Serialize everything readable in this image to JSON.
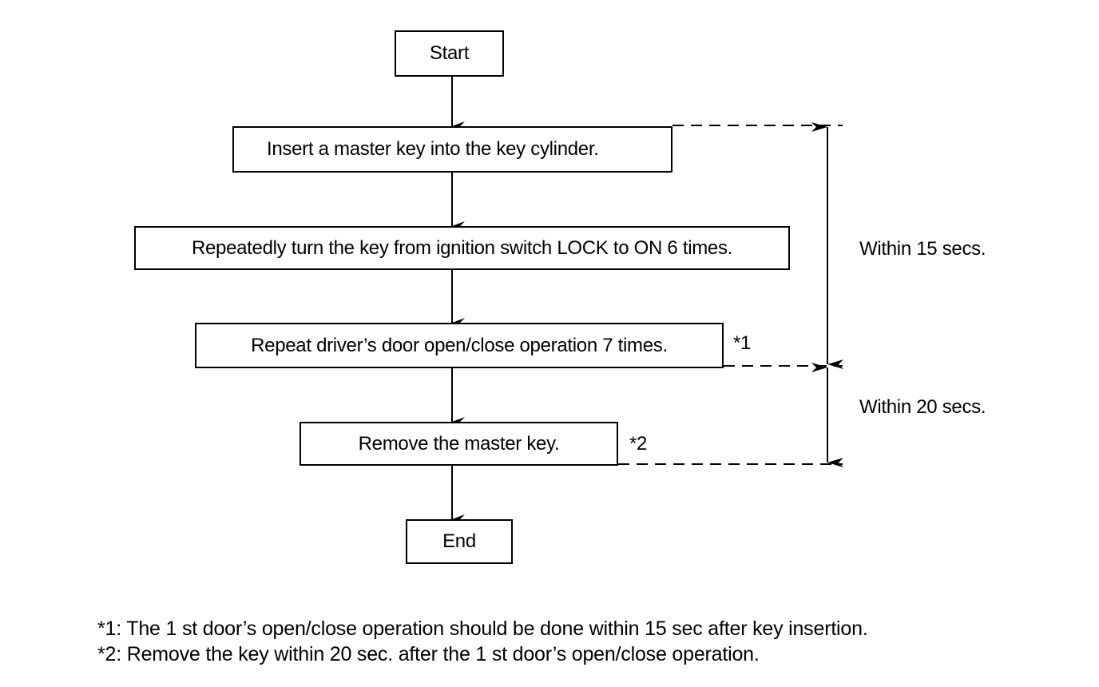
{
  "flowchart": {
    "start": "Start",
    "steps": [
      "Insert a master key into the key cylinder.",
      "Repeatedly turn the key from ignition switch LOCK to ON 6 times.",
      "Repeat driver’s door open/close operation 7 times.",
      "Remove the master key."
    ],
    "end": "End",
    "markers": [
      "*1",
      "*2"
    ]
  },
  "timing": {
    "interval_1": "Within 15 secs.",
    "interval_2": "Within 20 secs."
  },
  "notes": [
    "*1: The 1 st door’s open/close operation should be done within 15 sec after key insertion.",
    "*2: Remove the key within 20 sec. after the 1 st door’s open/close operation."
  ]
}
